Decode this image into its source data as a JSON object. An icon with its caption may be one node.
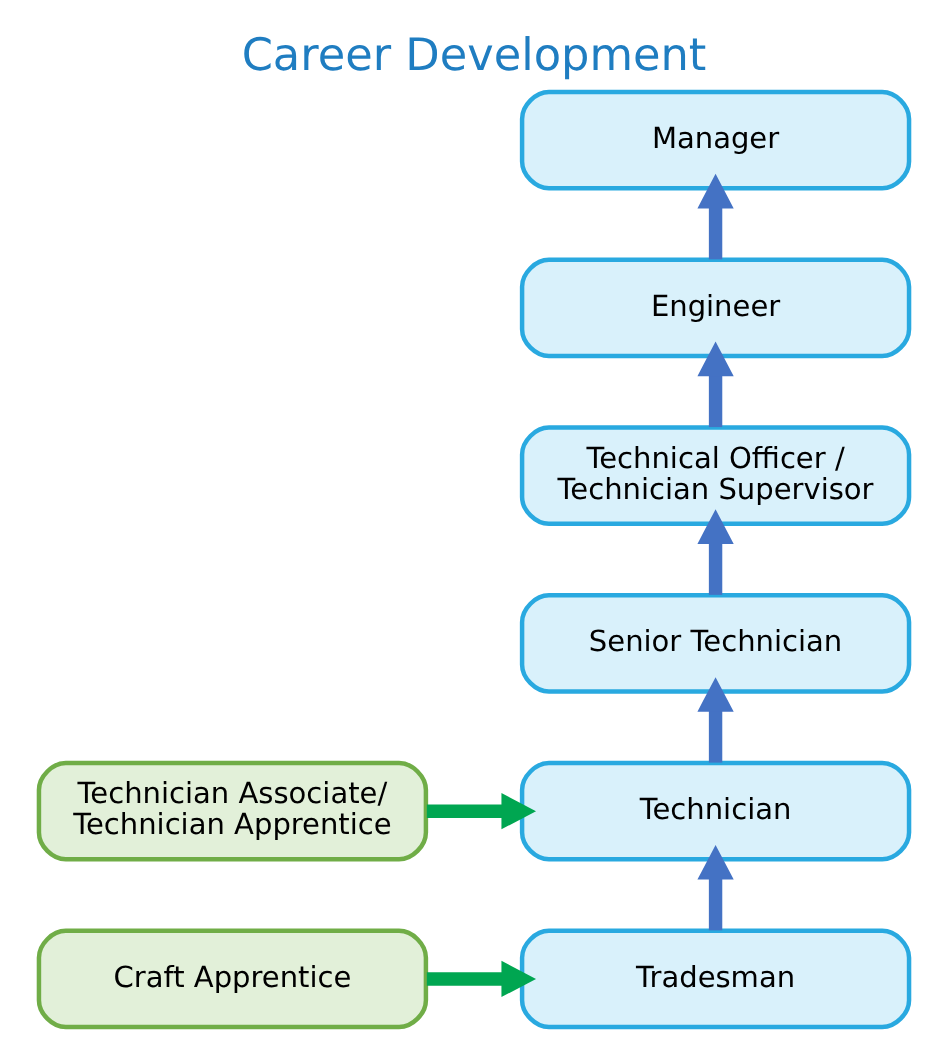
{
  "diagram": {
    "title": "Career Development",
    "nodes": [
      {
        "text": [
          "Manager"
        ]
      },
      {
        "text": [
          "Engineer"
        ]
      },
      {
        "text": [
          "Technical Officer / Technician Supervisor"
        ]
      },
      {
        "text": [
          "Senior Technician"
        ]
      },
      {
        "text": [
          "Technician"
        ]
      },
      {
        "text": [
          "Tradesman"
        ]
      },
      {
        "text": [
          "Technician Associate/ Technician Apprentice"
        ]
      },
      {
        "text": [
          "Craft Apprentice"
        ]
      }
    ],
    "edges": [
      {
        "from": 5,
        "to": 4,
        "arrow": "to"
      },
      {
        "from": 4,
        "to": 3,
        "arrow": "to"
      },
      {
        "from": 3,
        "to": 2,
        "arrow": "to"
      },
      {
        "from": 2,
        "to": 1,
        "arrow": "to"
      },
      {
        "from": 1,
        "to": 0,
        "arrow": "to"
      },
      {
        "from": 6,
        "to": 4,
        "arrow": "to",
        "color": "#00a651"
      },
      {
        "from": 7,
        "to": 5,
        "arrow": "to",
        "color": "#00a651"
      }
    ]
  }
}
